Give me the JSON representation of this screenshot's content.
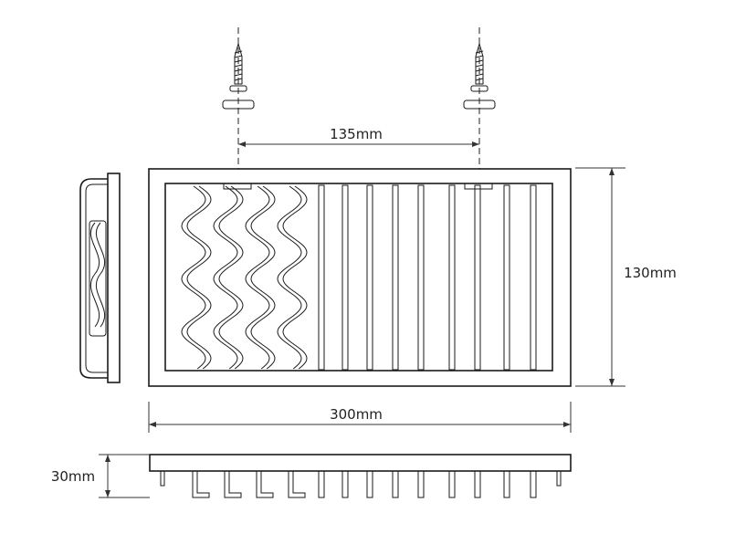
{
  "dimensions": {
    "screw_spacing": "135mm",
    "height": "130mm",
    "width": "300mm",
    "depth": "30mm"
  },
  "icons": {
    "screw": "screw-icon",
    "wall_plug": "wall-plug-icon"
  }
}
